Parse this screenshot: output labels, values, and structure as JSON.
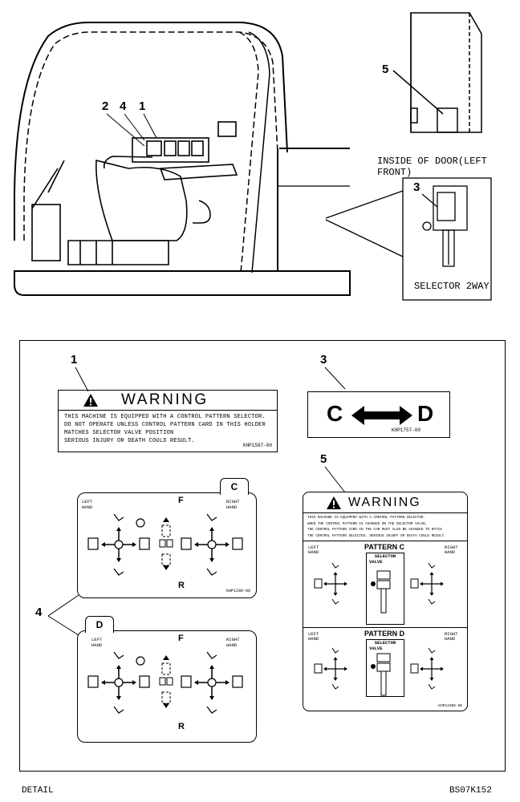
{
  "callouts": {
    "n1": "1",
    "n2": "2",
    "n3": "3",
    "n4": "4",
    "n5": "5",
    "d1": "1",
    "d3": "3",
    "d4": "4",
    "d5": "5"
  },
  "captions": {
    "inside_door": "INSIDE OF DOOR(LEFT FRONT)",
    "selector": "SELECTOR 2WAY",
    "detail": "DETAIL",
    "figure_code": "BS07K152"
  },
  "decal1": {
    "heading": "WARNING",
    "lines": [
      "THIS MACHINE IS EQUIPPED WITH A CONTROL PATTERN SELECTOR.",
      "DO NOT OPERATE UNLESS CONTROL PATTERN CARD IN THIS HOLDER",
      "MATCHES SELECTOR VALVE POSITION",
      "SERIOUS INJURY OR DEATH COULD RESULT."
    ],
    "code": "KHP1587-00"
  },
  "decal3": {
    "left": "C",
    "right": "D",
    "code": "KHP1757-00"
  },
  "card_c": {
    "tab": "C",
    "left": "LEFT",
    "left2": "HAND",
    "right": "RIGHT",
    "right2": "HAND",
    "f": "F",
    "r": "R",
    "code": "KHP1290-00"
  },
  "card_d": {
    "tab": "D",
    "left": "LEFT",
    "left2": "HAND",
    "right": "RIGHT",
    "right2": "HAND",
    "f": "F",
    "r": "R"
  },
  "decal5": {
    "heading": "WARNING",
    "lines": [
      "THIS MACHINE IS EQUIPPED WITH A CONTROL PATTERN SELECTOR.",
      "WHEN THE CONTROL PATTERN IS CHANGED ON THE SELECTOR VALVE,",
      "THE CONTROL PATTERN CARD IN THE CAB MUST ALSO BE CHANGED TO MATCH",
      "THE CONTROL PATTERN SELECTED. SERIOUS INJURY OR DEATH COULD RESULT."
    ],
    "pattern_c": "PATTERN  C",
    "pattern_d": "PATTERN  D",
    "selector": "SELECTOR",
    "valve": "VALVE",
    "left": "LEFT",
    "left2": "HAND",
    "right": "RIGHT",
    "right2": "HAND",
    "code": "KHP12300-00"
  }
}
